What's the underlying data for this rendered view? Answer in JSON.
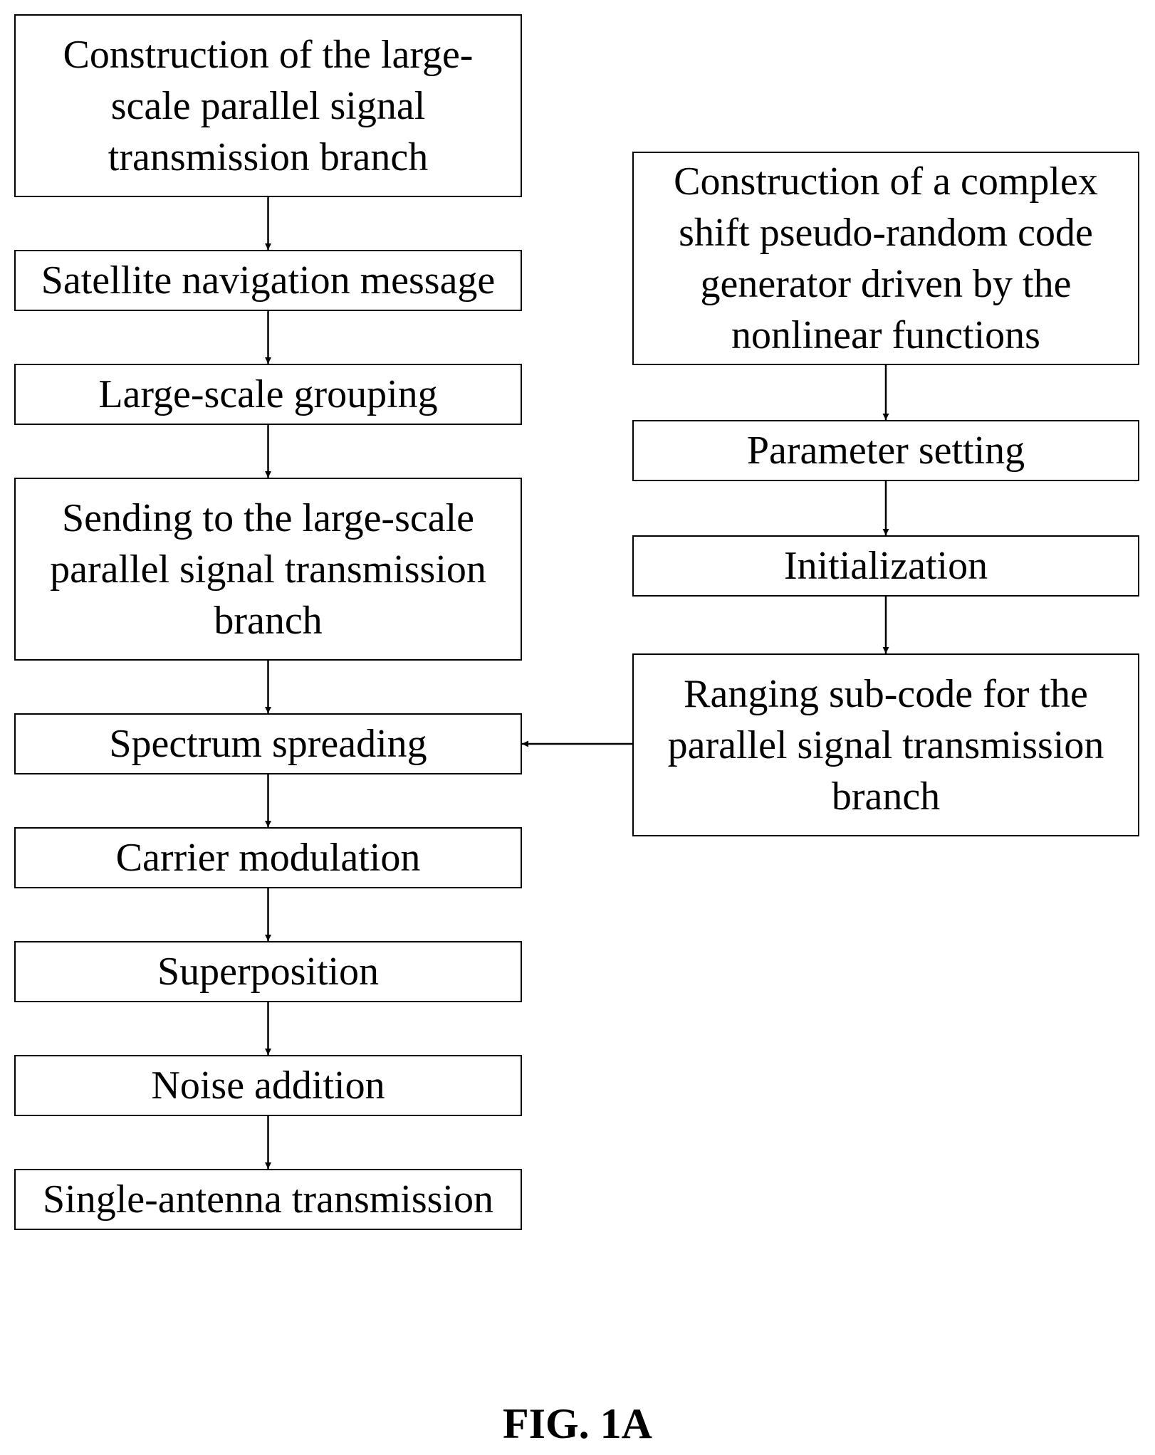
{
  "diagram": {
    "left_column": [
      {
        "id": "construction-branch",
        "text": "Construction of the large-scale parallel signal transmission branch"
      },
      {
        "id": "satellite-navigation-message",
        "text": "Satellite navigation message"
      },
      {
        "id": "large-scale-grouping",
        "text": "Large-scale grouping"
      },
      {
        "id": "sending-to-branch",
        "text": "Sending to the large-scale parallel signal transmission branch"
      },
      {
        "id": "spectrum-spreading",
        "text": "Spectrum spreading"
      },
      {
        "id": "carrier-modulation",
        "text": "Carrier modulation"
      },
      {
        "id": "superposition",
        "text": "Superposition"
      },
      {
        "id": "noise-addition",
        "text": "Noise addition"
      },
      {
        "id": "single-antenna-transmission",
        "text": "Single-antenna transmission"
      }
    ],
    "right_column": [
      {
        "id": "construction-code-generator",
        "text": "Construction of a complex shift pseudo-random code generator driven by the nonlinear functions"
      },
      {
        "id": "parameter-setting",
        "text": "Parameter setting"
      },
      {
        "id": "initialization",
        "text": "Initialization"
      },
      {
        "id": "ranging-sub-code",
        "text": "Ranging sub-code for the parallel signal transmission branch"
      }
    ],
    "edges": [
      {
        "from": "construction-branch",
        "to": "satellite-navigation-message"
      },
      {
        "from": "satellite-navigation-message",
        "to": "large-scale-grouping"
      },
      {
        "from": "large-scale-grouping",
        "to": "sending-to-branch"
      },
      {
        "from": "sending-to-branch",
        "to": "spectrum-spreading"
      },
      {
        "from": "spectrum-spreading",
        "to": "carrier-modulation"
      },
      {
        "from": "carrier-modulation",
        "to": "superposition"
      },
      {
        "from": "superposition",
        "to": "noise-addition"
      },
      {
        "from": "noise-addition",
        "to": "single-antenna-transmission"
      },
      {
        "from": "construction-code-generator",
        "to": "parameter-setting"
      },
      {
        "from": "parameter-setting",
        "to": "initialization"
      },
      {
        "from": "initialization",
        "to": "ranging-sub-code"
      },
      {
        "from": "ranging-sub-code",
        "to": "spectrum-spreading"
      }
    ]
  },
  "figure_caption": "FIG. 1A"
}
